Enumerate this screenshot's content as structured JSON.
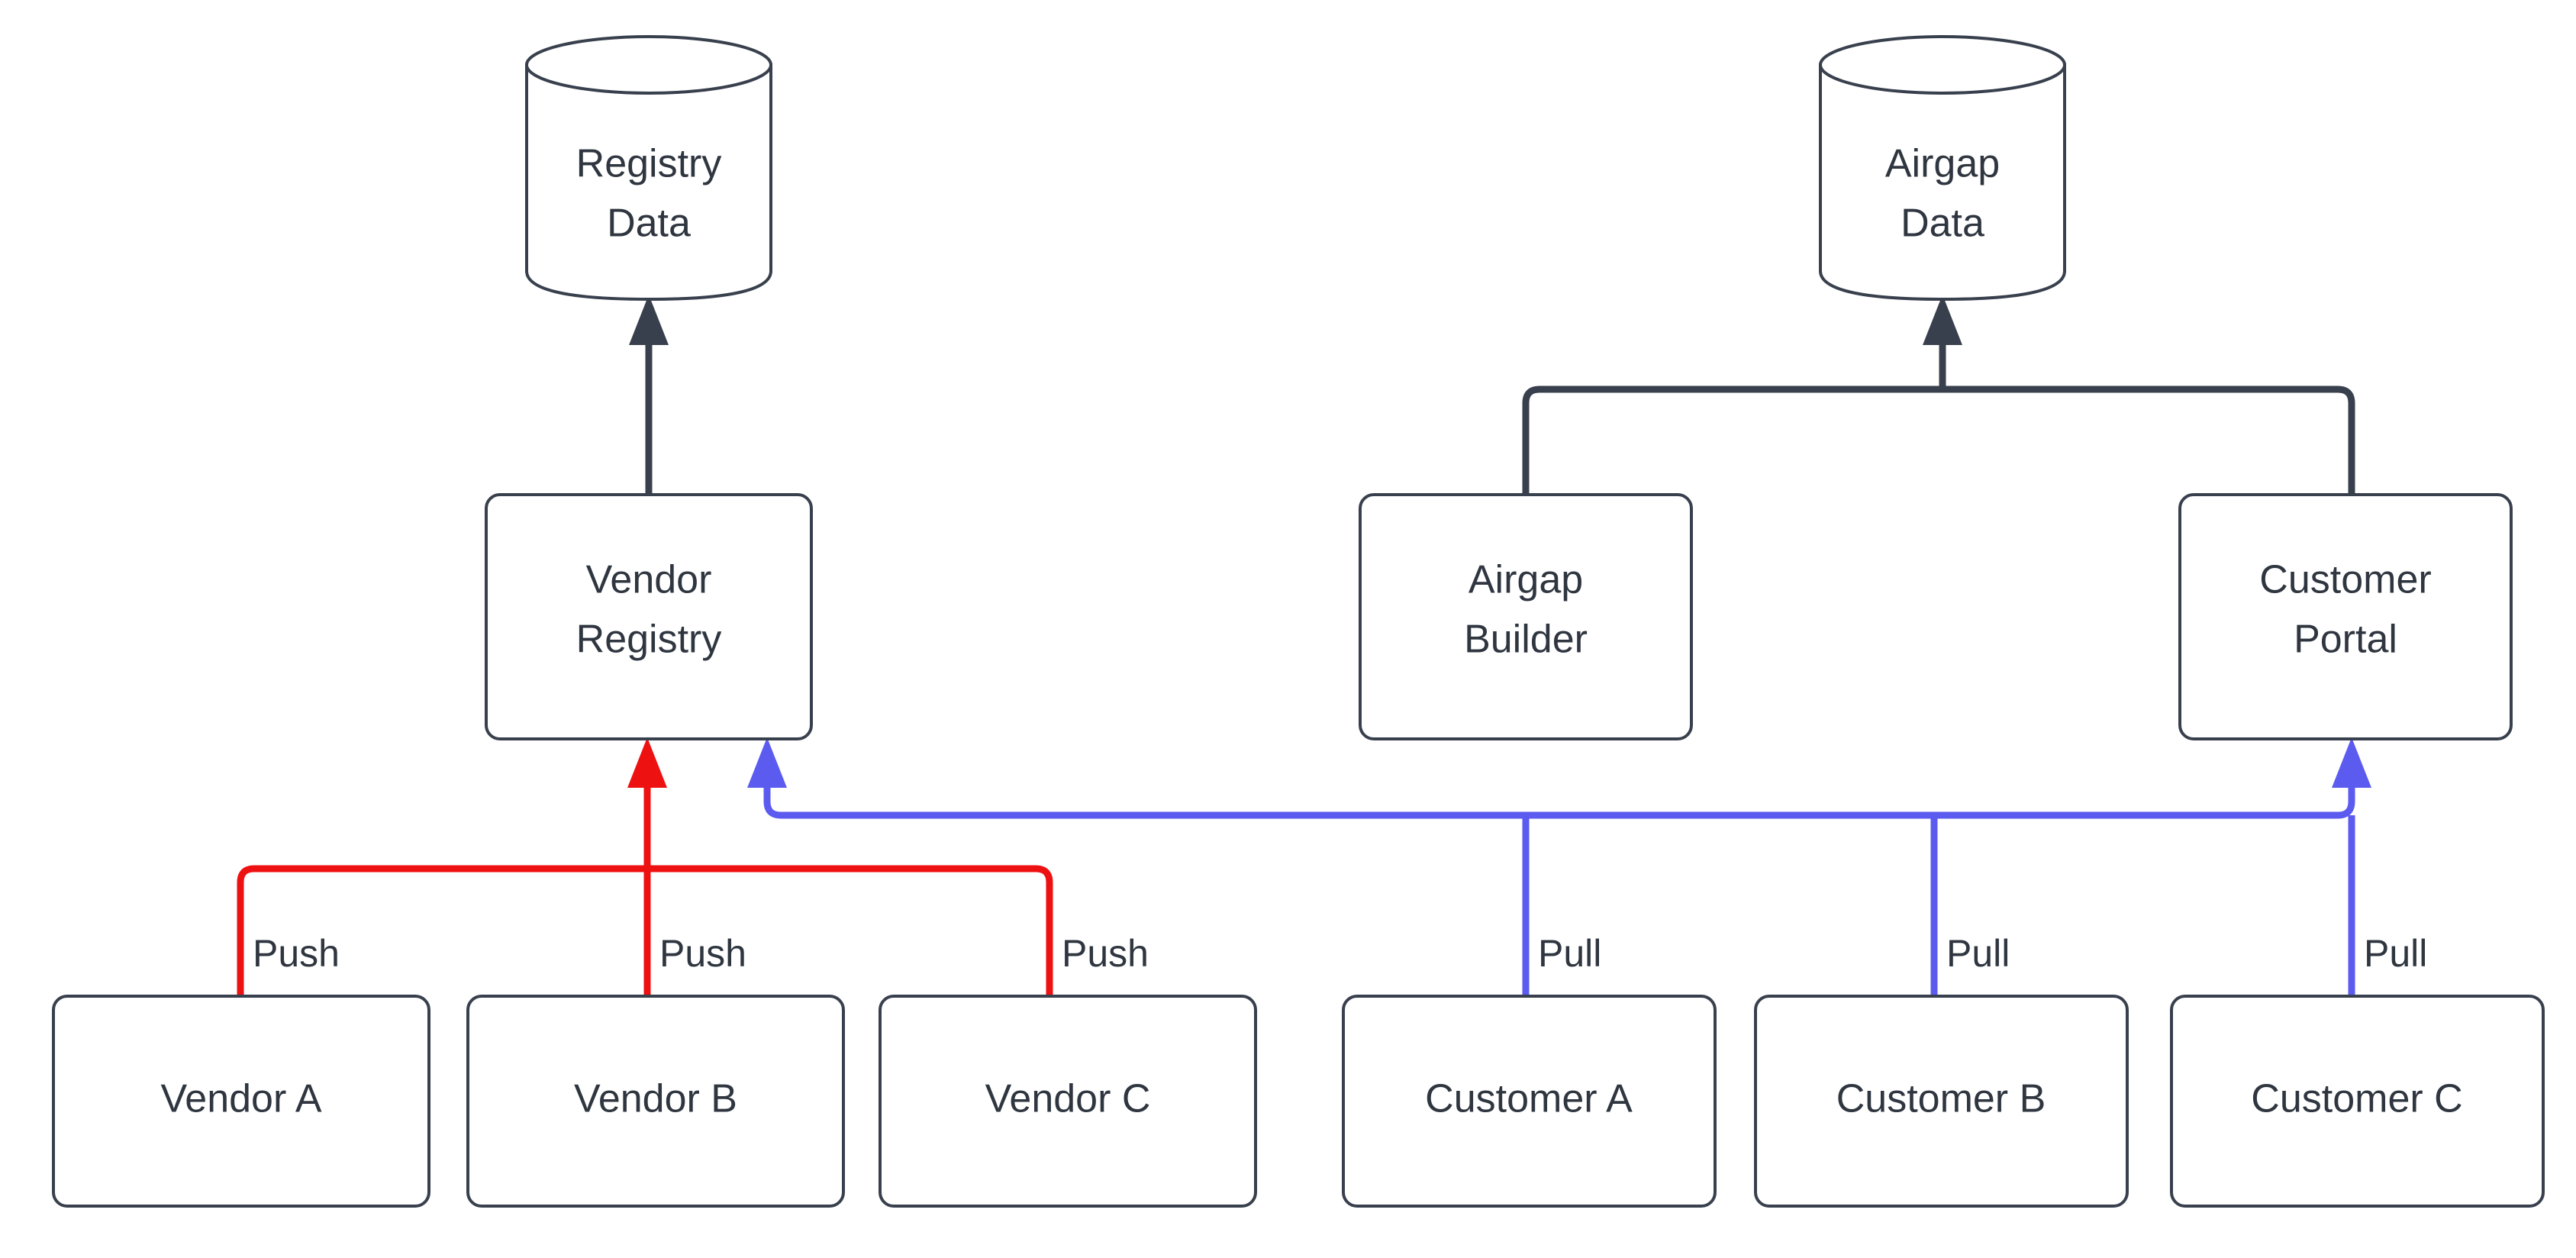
{
  "diagram": {
    "type": "flowchart",
    "background": "#ffffff",
    "colors": {
      "node_stroke": "#39404d",
      "node_fill": "#ffffff",
      "text": "#2f3640",
      "push_edge": "#ee1111",
      "pull_edge": "#5b5bf0",
      "default_edge": "#39404d"
    },
    "nodes": {
      "registry_data": {
        "label_line1": "Registry",
        "label_line2": "Data",
        "shape": "cylinder"
      },
      "airgap_data": {
        "label_line1": "Airgap",
        "label_line2": "Data",
        "shape": "cylinder"
      },
      "vendor_registry": {
        "label_line1": "Vendor",
        "label_line2": "Registry",
        "shape": "rounded-rect"
      },
      "airgap_builder": {
        "label_line1": "Airgap",
        "label_line2": "Builder",
        "shape": "rounded-rect"
      },
      "customer_portal": {
        "label_line1": "Customer",
        "label_line2": "Portal",
        "shape": "rounded-rect"
      },
      "vendor_a": {
        "label": "Vendor A",
        "shape": "rounded-rect"
      },
      "vendor_b": {
        "label": "Vendor B",
        "shape": "rounded-rect"
      },
      "vendor_c": {
        "label": "Vendor C",
        "shape": "rounded-rect"
      },
      "customer_a": {
        "label": "Customer A",
        "shape": "rounded-rect"
      },
      "customer_b": {
        "label": "Customer B",
        "shape": "rounded-rect"
      },
      "customer_c": {
        "label": "Customer C",
        "shape": "rounded-rect"
      }
    },
    "edge_labels": {
      "push_a": "Push",
      "push_b": "Push",
      "push_c": "Push",
      "pull_a": "Pull",
      "pull_b": "Pull",
      "pull_c": "Pull"
    },
    "edges": [
      {
        "from": "vendor_registry",
        "to": "registry_data",
        "color": "#39404d",
        "label": ""
      },
      {
        "from": "airgap_builder",
        "to": "airgap_data",
        "color": "#39404d",
        "label": ""
      },
      {
        "from": "customer_portal",
        "to": "airgap_data",
        "color": "#39404d",
        "label": ""
      },
      {
        "from": "vendor_a",
        "to": "vendor_registry",
        "color": "#ee1111",
        "label": "Push"
      },
      {
        "from": "vendor_b",
        "to": "vendor_registry",
        "color": "#ee1111",
        "label": "Push"
      },
      {
        "from": "vendor_c",
        "to": "vendor_registry",
        "color": "#ee1111",
        "label": "Push"
      },
      {
        "from": "customer_a",
        "to": "vendor_registry",
        "color": "#5b5bf0",
        "label": "Pull"
      },
      {
        "from": "customer_b",
        "to": "vendor_registry",
        "color": "#5b5bf0",
        "label": "Pull"
      },
      {
        "from": "customer_c",
        "to": "customer_portal",
        "color": "#5b5bf0",
        "label": "Pull"
      }
    ]
  }
}
